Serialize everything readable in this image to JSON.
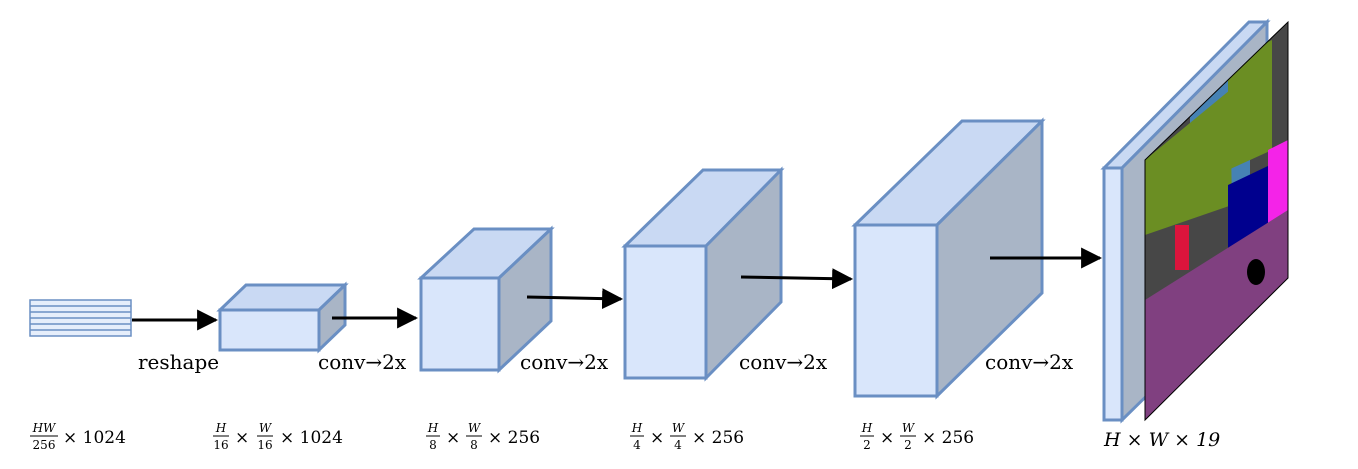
{
  "colors": {
    "front": "#d9e6fb",
    "top": "#c9d9f3",
    "side": "#a9b5c6",
    "stroke": "#6a8fc3",
    "arrow": "#000000"
  },
  "operations": {
    "reshape": "reshape",
    "conv1": "conv→2x",
    "conv2": "conv→2x",
    "conv3": "conv→2x",
    "conv4": "conv→2x"
  },
  "dims": {
    "d0": {
      "num": "HW",
      "den": "256",
      "rest": "× 1024"
    },
    "d1": {
      "a_num": "H",
      "a_den": "16",
      "b_num": "W",
      "b_den": "16",
      "rest": "× 1024"
    },
    "d2": {
      "a_num": "H",
      "a_den": "8",
      "b_num": "W",
      "b_den": "8",
      "rest": "× 256"
    },
    "d3": {
      "a_num": "H",
      "a_den": "4",
      "b_num": "W",
      "b_den": "4",
      "rest": "× 256"
    },
    "d4": {
      "a_num": "H",
      "a_den": "2",
      "b_num": "W",
      "b_den": "2",
      "rest": "× 256"
    },
    "out": "H × W × 19"
  },
  "times": "×",
  "output_image": "segmentation-map-icon"
}
